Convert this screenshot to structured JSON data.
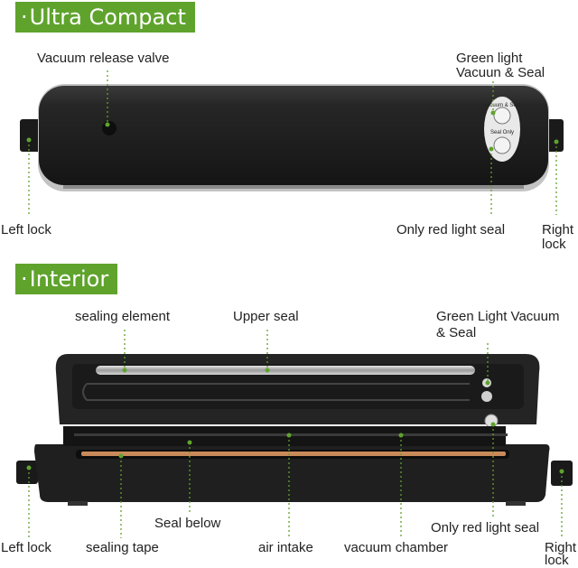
{
  "sections": {
    "top": {
      "title": "Ultra Compact",
      "bullet": "·"
    },
    "bottom": {
      "title": "Interior",
      "bullet": "·"
    }
  },
  "top_labels": {
    "vacuum_release_valve": "Vacuum release valve",
    "green_light_line1": "Green light",
    "green_light_line2": "Vacuun & Seal",
    "left_lock": "Left lock",
    "only_red_light_seal": "Only red light seal",
    "right_lock_line1": "Right",
    "right_lock_line2": "lock"
  },
  "panel_text": {
    "vacuum_seal": "Vacuum & Seal",
    "seal_only": "Seal Only"
  },
  "bottom_labels": {
    "sealing_element": "sealing element",
    "upper_seal": "Upper seal",
    "green_light_vacuum_line1": "Green Light Vacuum",
    "green_light_vacuum_line2": "& Seal",
    "seal_below": "Seal below",
    "left_lock": "Left lock",
    "sealing_tape": "sealing tape",
    "air_intake": "air intake",
    "vacuum_chamber": "vacuum chamber",
    "only_red_light_seal": "Only red light seal",
    "right_lock_line1": "Right",
    "right_lock_line2": "lock"
  },
  "colors": {
    "banner_green": "#5fa32d",
    "leader_green": "#5fa32d",
    "device_black": "#1d1d1d",
    "device_rim": "#b9b9b9",
    "sealing_tape": "#c98a5a"
  }
}
